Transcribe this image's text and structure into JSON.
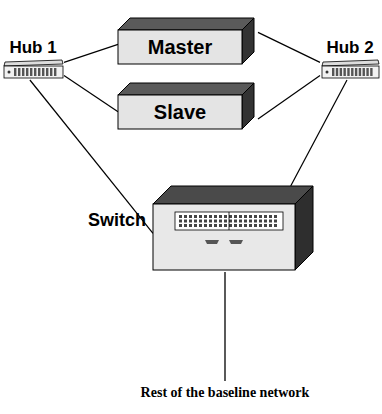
{
  "diagram": {
    "nodes": [
      {
        "text": [
          "Hub 1"
        ]
      },
      {
        "text": [
          "Master"
        ]
      },
      {
        "text": [
          "Hub 2"
        ]
      },
      {
        "text": [
          "Slave"
        ]
      },
      {
        "text": [
          "Switch"
        ]
      }
    ],
    "edges": [
      {
        "from": 0,
        "to": 1,
        "arrow": "none"
      },
      {
        "from": 1,
        "to": 2,
        "arrow": "none"
      },
      {
        "from": 0,
        "to": 3,
        "arrow": "none"
      },
      {
        "from": 3,
        "to": 2,
        "arrow": "none"
      },
      {
        "from": 0,
        "to": 4,
        "arrow": "none"
      },
      {
        "from": 2,
        "to": 4,
        "arrow": "none"
      }
    ],
    "labels": [
      "Rest of the baseline network"
    ]
  }
}
